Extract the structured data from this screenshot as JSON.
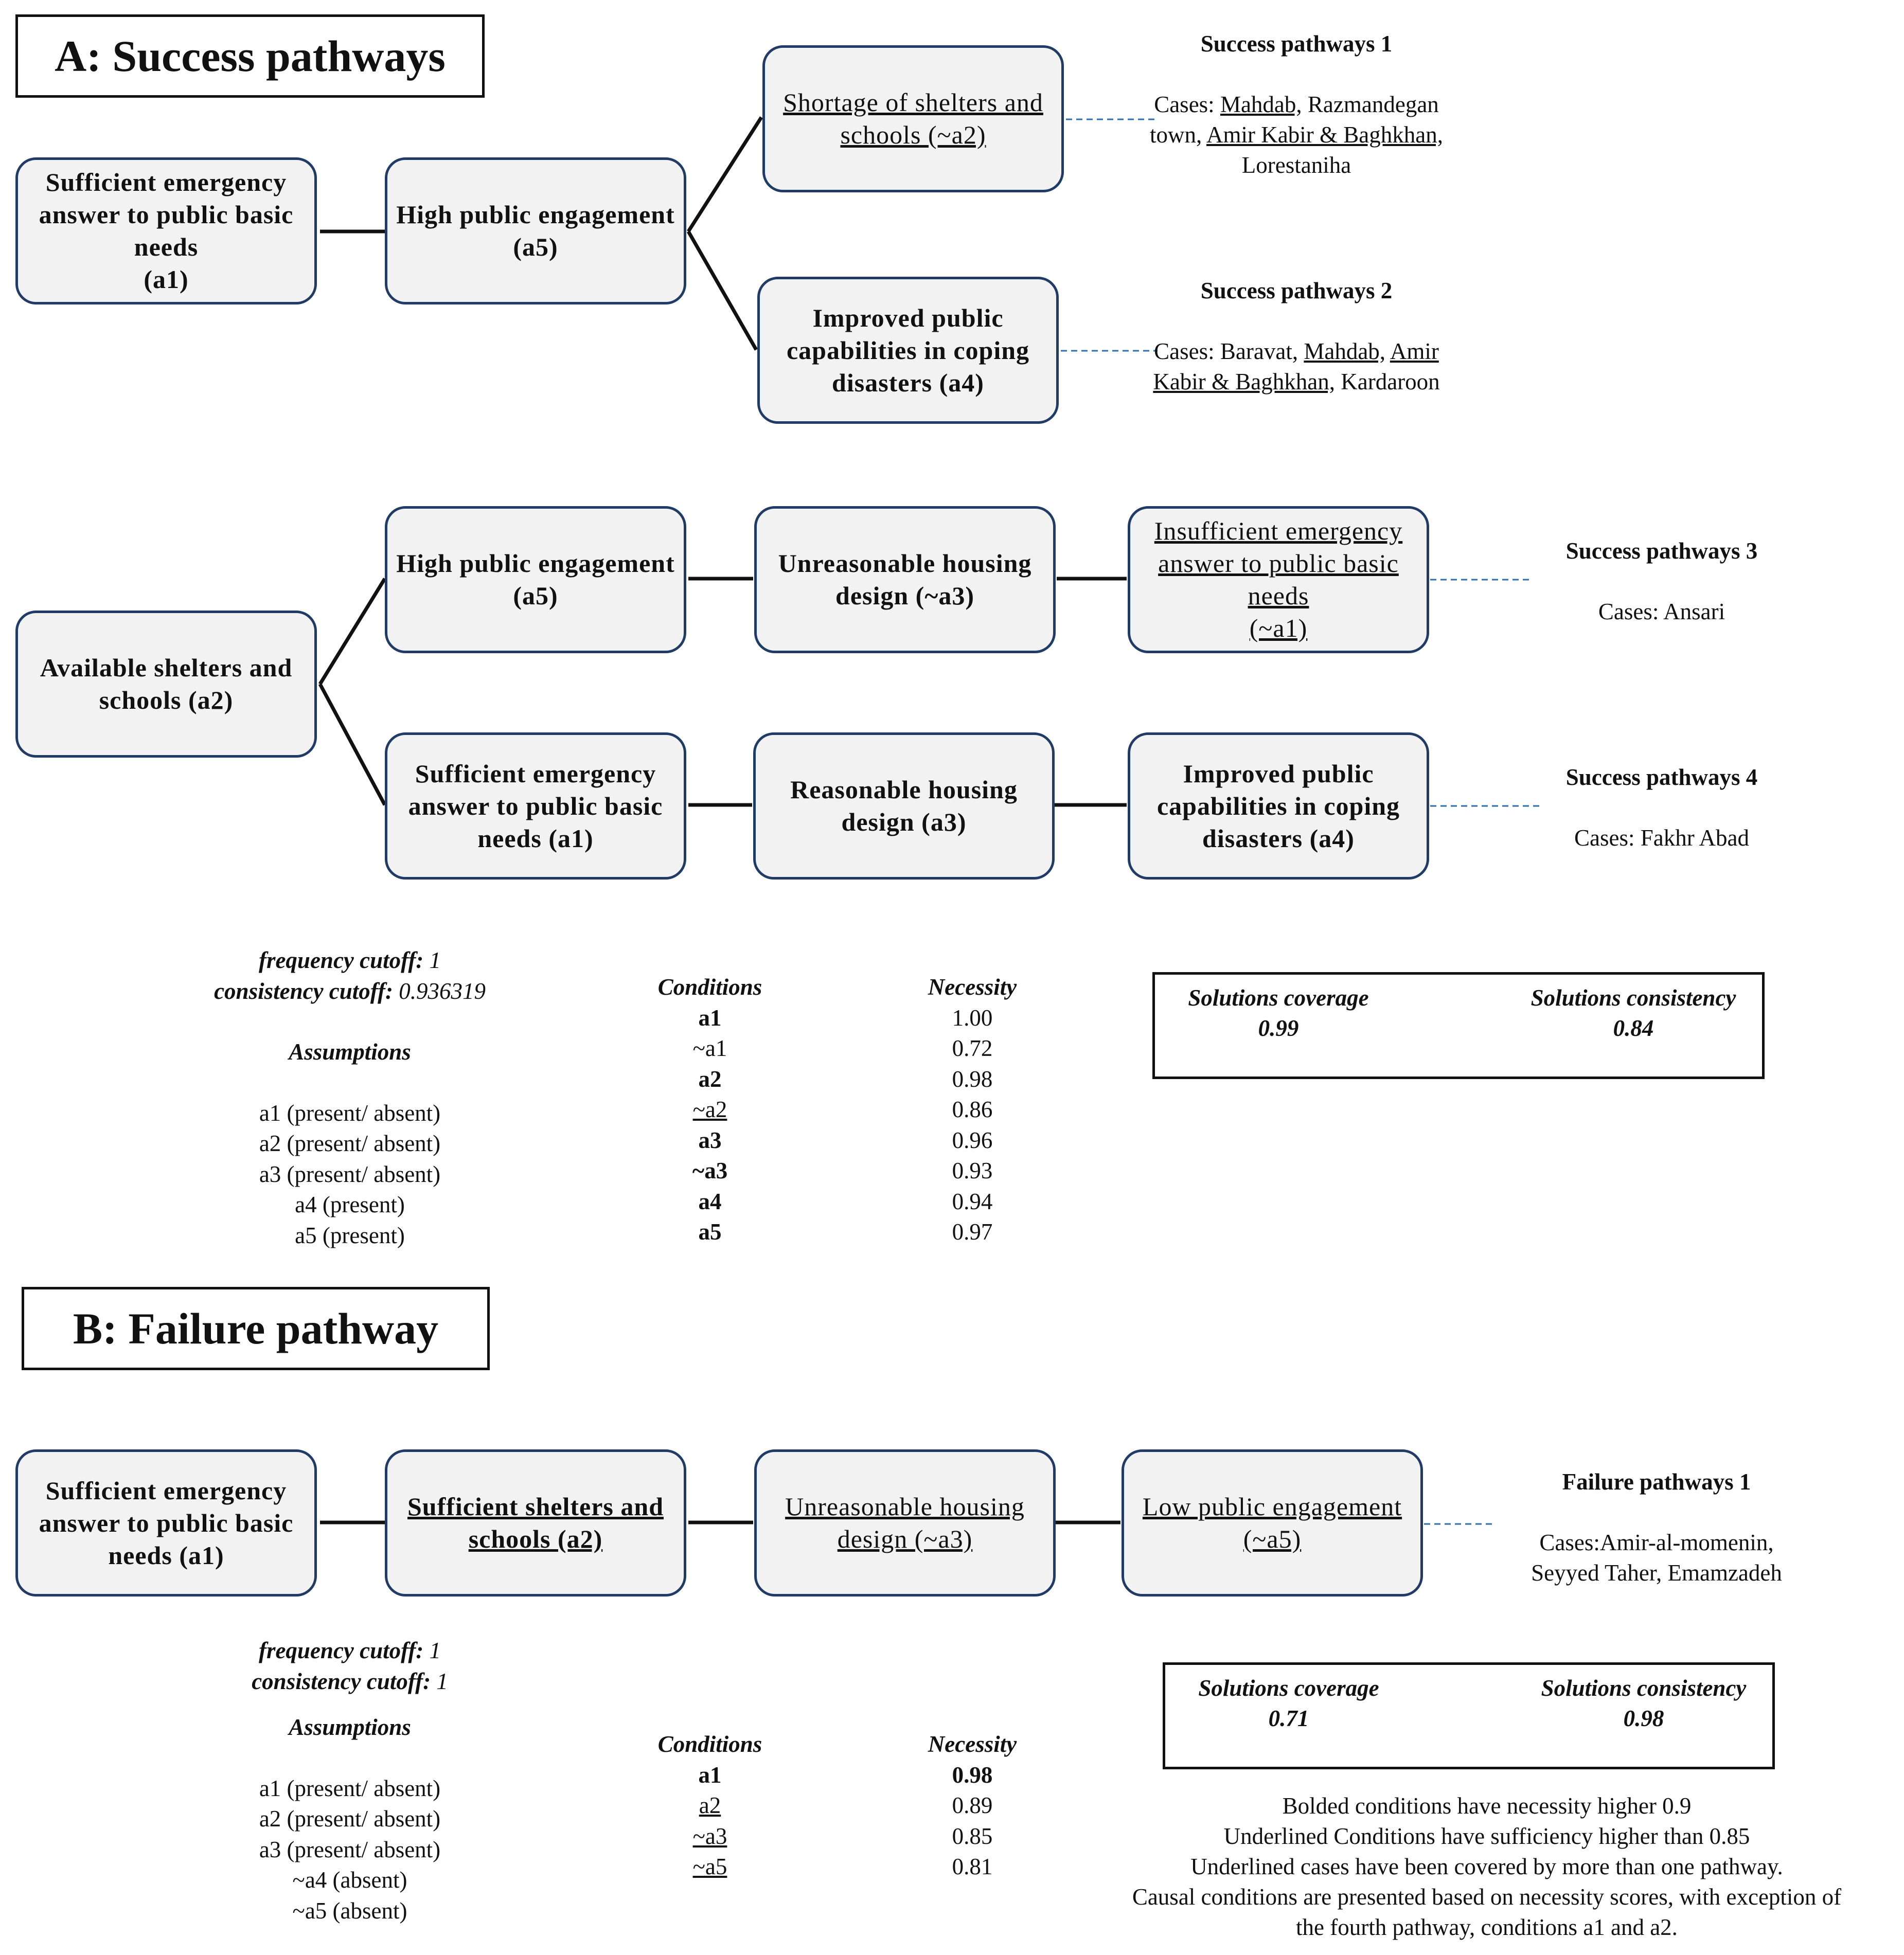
{
  "section_a": {
    "title": "A: Success pathways",
    "nodes": {
      "a_row1_start": [
        "Sufficient emergency",
        "answer to public basic",
        "needs",
        "(a1)"
      ],
      "a_row1_mid": [
        "High public engagement",
        "(a5)"
      ],
      "a_row1_top": [
        "Shortage of shelters and",
        "schools (~a2)"
      ],
      "a_row1_bottom": [
        "Improved public",
        "capabilities in coping",
        "disasters (a4)"
      ],
      "a_row2_start": [
        "Available shelters and",
        "schools (a2)"
      ],
      "a_row2_top1": [
        "High public engagement",
        "(a5)"
      ],
      "a_row2_top2": [
        "Unreasonable housing",
        "design (~a3)"
      ],
      "a_row2_top3": [
        "Insufficient emergency",
        "answer to public basic",
        "needs",
        "(~a1)"
      ],
      "a_row2_bot1": [
        "Sufficient emergency",
        "answer to public basic",
        "needs (a1)"
      ],
      "a_row2_bot2": [
        "Reasonable housing",
        "design (a3)"
      ],
      "a_row2_bot3": [
        "Improved public",
        "capabilities in coping",
        "disasters (a4)"
      ]
    },
    "pathways": [
      {
        "heading": "Success pathways 1",
        "cases_prefix": "Cases: ",
        "cases": [
          {
            "text": "Mahdab,",
            "underline": true
          },
          {
            "text": "Razmandegan town,",
            "underline": false
          },
          {
            "text": "Amir Kabir & Baghkhan,",
            "underline": true
          },
          {
            "text": "Lorestaniha",
            "underline": false
          }
        ]
      },
      {
        "heading": "Success pathways 2",
        "cases_prefix": "Cases: ",
        "cases": [
          {
            "text": "Baravat,",
            "underline": false
          },
          {
            "text": "Mahdab,",
            "underline": true
          },
          {
            "text": "Amir Kabir & Baghkhan,",
            "underline": true
          },
          {
            "text": "Kardaroon",
            "underline": false
          }
        ]
      },
      {
        "heading": "Success pathways 3",
        "cases_prefix": "Cases: ",
        "cases": [
          {
            "text": "Ansari",
            "underline": false
          }
        ]
      },
      {
        "heading": "Success pathways 4",
        "cases_prefix": "Cases: ",
        "cases": [
          {
            "text": "Fakhr Abad",
            "underline": false
          }
        ]
      }
    ],
    "frequency_cutoff_label": "frequency cutoff:",
    "frequency_cutoff_value": "1",
    "consistency_cutoff_label": "consistency cutoff:",
    "consistency_cutoff_value": "0.936319",
    "assumptions_label": "Assumptions",
    "assumptions": [
      "a1 (present/ absent)",
      "a2 (present/ absent)",
      "a3 (present/ absent)",
      "a4 (present)",
      "a5 (present)"
    ],
    "conditions_label": "Conditions",
    "necessity_label": "Necessity",
    "conditions": [
      {
        "condition": "a1",
        "bold": true,
        "underline": false,
        "necessity": "1.00"
      },
      {
        "condition": "~a1",
        "bold": false,
        "underline": false,
        "necessity": "0.72"
      },
      {
        "condition": "a2",
        "bold": true,
        "underline": false,
        "necessity": "0.98"
      },
      {
        "condition": "~a2",
        "bold": false,
        "underline": true,
        "necessity": "0.86"
      },
      {
        "condition": "a3",
        "bold": true,
        "underline": false,
        "necessity": "0.96"
      },
      {
        "condition": "~a3",
        "bold": true,
        "underline": false,
        "necessity": "0.93"
      },
      {
        "condition": "a4",
        "bold": true,
        "underline": false,
        "necessity": "0.94"
      },
      {
        "condition": "a5",
        "bold": true,
        "underline": false,
        "necessity": "0.97"
      }
    ],
    "solutions_coverage_label": "Solutions coverage",
    "solutions_coverage_value": "0.99",
    "solutions_consistency_label": "Solutions consistency",
    "solutions_consistency_value": "0.84"
  },
  "section_b": {
    "title": "B: Failure pathway",
    "nodes": {
      "b1": [
        "Sufficient emergency",
        "answer to public basic",
        "needs (a1)"
      ],
      "b2": [
        "Sufficient shelters and",
        "schools (a2)"
      ],
      "b3": [
        "Unreasonable housing",
        "design (~a3)"
      ],
      "b4": [
        "Low public engagement",
        "(~a5)"
      ]
    },
    "pathway": {
      "heading": "Failure pathways 1",
      "cases_line1": "Cases:Amir-al-momenin,",
      "cases_line2": "Seyyed Taher, Emamzadeh"
    },
    "frequency_cutoff_label": "frequency cutoff:",
    "frequency_cutoff_value": "1",
    "consistency_cutoff_label": "consistency cutoff:",
    "consistency_cutoff_value": "1",
    "assumptions_label": "Assumptions",
    "assumptions": [
      "a1 (present/ absent)",
      "a2 (present/ absent)",
      "a3 (present/ absent)",
      "~a4 (absent)",
      "~a5 (absent)"
    ],
    "conditions_label": "Conditions",
    "necessity_label": "Necessity",
    "conditions": [
      {
        "condition": "a1",
        "bold": true,
        "underline": false,
        "necessity": "0.98",
        "necessity_bold": true
      },
      {
        "condition": "a2",
        "bold": false,
        "underline": true,
        "necessity": "0.89",
        "necessity_bold": false
      },
      {
        "condition": "~a3",
        "bold": false,
        "underline": true,
        "necessity": "0.85",
        "necessity_bold": false
      },
      {
        "condition": "~a5",
        "bold": false,
        "underline": true,
        "necessity": "0.81",
        "necessity_bold": false
      }
    ],
    "solutions_coverage_label": "Solutions coverage",
    "solutions_coverage_value": "0.71",
    "solutions_consistency_label": "Solutions consistency",
    "solutions_consistency_value": "0.98"
  },
  "notes": [
    "Bolded conditions have necessity higher 0.9",
    "Underlined Conditions have sufficiency higher than 0.85",
    "Underlined cases have been covered by more than one pathway.",
    "Causal conditions are presented based on necessity scores, with exception of",
    "the fourth pathway, conditions a1 and a2."
  ],
  "colors": {
    "node_fill": "#f2f2f2",
    "node_border": "#1f3b66",
    "connector": "#111111",
    "dashed_leader": "#2e6fb0"
  }
}
